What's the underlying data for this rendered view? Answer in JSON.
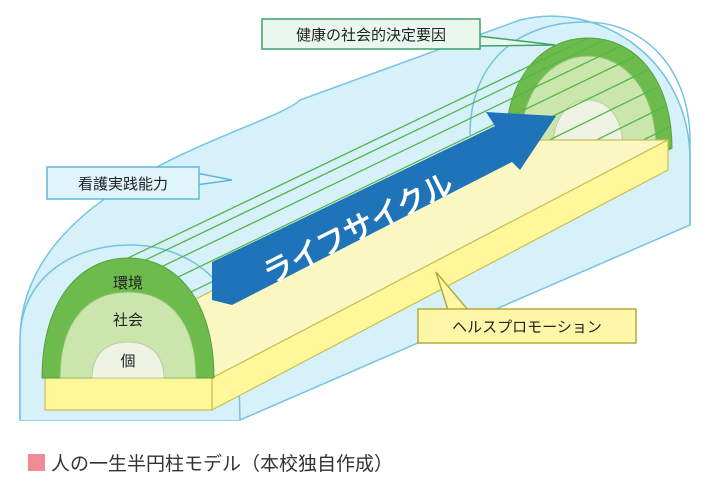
{
  "labels": {
    "social_determinants": "健康の社会的決定要因",
    "nursing_competency": "看護実践能力",
    "lifecycle": "ライフサイクル",
    "health_promotion": "ヘルスプロモーション",
    "environment": "環境",
    "society": "社会",
    "individual": "個"
  },
  "caption": {
    "text": "人の一生半円柱モデル（本校独自作成）"
  },
  "colors": {
    "outer_tube": "#d6f1fa",
    "outer_stroke": "#74c4e0",
    "env_ring": "#6dbb4c",
    "society_ring": "#cbe6ad",
    "individual_core": "#eef3e4",
    "platform_top": "#fbf7c2",
    "platform_front": "#fff79a",
    "arrow": "#1f73b9",
    "green_lines": "#55b54a",
    "callout_green_bg": "#eaf7ee",
    "callout_blue_bg": "#dff4fb",
    "callout_yellow_bg": "#fff7a8",
    "caption_mark": "#f08a94"
  }
}
